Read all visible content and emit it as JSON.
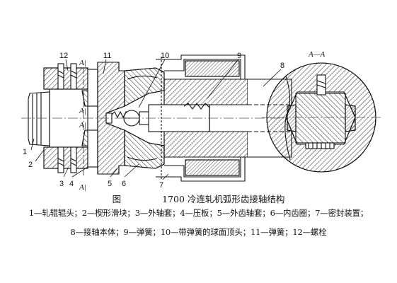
{
  "callouts": {
    "n1": "1",
    "n2": "2",
    "n3": "3",
    "n4": "4",
    "n5": "5",
    "n6": "6",
    "n7": "7",
    "n8": "8",
    "n9": "9",
    "n10": "10",
    "n11": "11",
    "n12": "12"
  },
  "section_marks": {
    "a1_top": "A|",
    "a1_mid": "A|",
    "a1_mid2": "A|",
    "a1_bottom": "A|",
    "section_title": "A—A"
  },
  "caption": {
    "figure_word": "图",
    "title": "1700 冷连轧机弧形齿接轴结构"
  },
  "legend": {
    "line1": "1—轧辊辊头；2—楔形滑块；3—外轴套；4—压板；5—外齿轴套；6—内齿圈；7—密封装置；",
    "line2": "8—接轴本体；9—弹簧；10—带弹簧的球面顶头；11—弹簧；12—螺栓"
  }
}
